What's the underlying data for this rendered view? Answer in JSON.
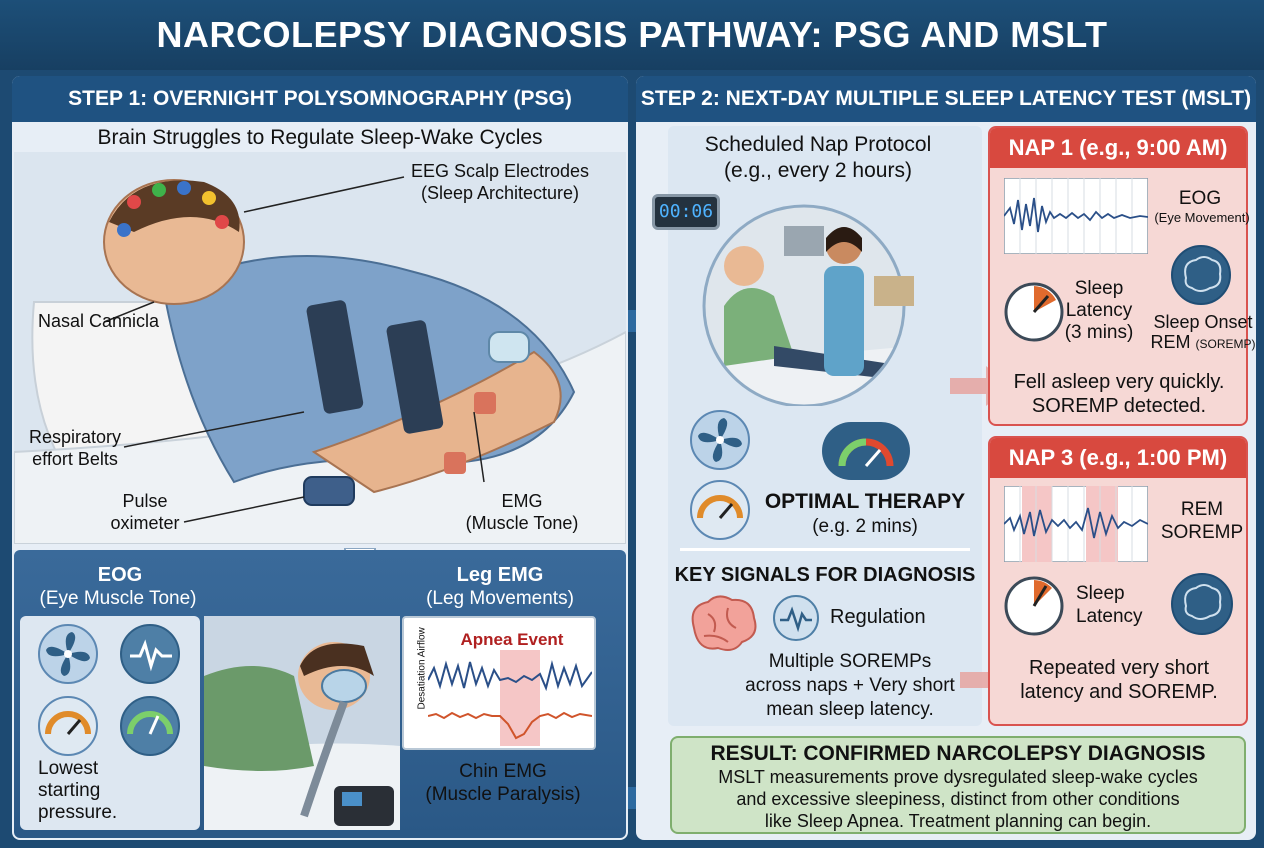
{
  "title": "NARCOLEPSY DIAGNOSIS PATHWAY: PSG AND MSLT",
  "step1": {
    "header": "STEP 1: OVERNIGHT POLYSOMNOGRAPHY (PSG)",
    "subtitle": "Brain Struggles to Regulate Sleep-Wake Cycles",
    "labels": {
      "eeg_line1": "EEG Scalp Electrodes",
      "eeg_line2": "(Sleep Architecture)",
      "nasal": "Nasal Cannicla",
      "resp_line1": "Respiratory",
      "resp_line2": "effort Belts",
      "pulse_line1": "Pulse",
      "pulse_line2": "oximeter",
      "emg_line1": "EMG",
      "emg_line2": "(Muscle Tone)"
    },
    "lower": {
      "eog_title": "EOG",
      "eog_sub": "(Eye Muscle Tone)",
      "leg_title": "Leg EMG",
      "leg_sub": "(Leg Movements)",
      "lowest_line1": "Lowest",
      "lowest_line2": "starting",
      "lowest_line3": "pressure.",
      "apnea_event": "Apnea Event",
      "airflow_axis": "Desatiation Airflow",
      "chin_line1": "Chin EMG",
      "chin_line2": "(Muscle Paralysis)"
    }
  },
  "step2": {
    "header": "STEP 2: NEXT-DAY MULTIPLE SLEEP LATENCY TEST (MSLT)",
    "protocol_line1": "Scheduled Nap Protocol",
    "protocol_line2": "(e.g., every 2 hours)",
    "clock": "00:06",
    "therapy_title": "OPTIMAL THERAPY",
    "therapy_sub": "(e.g. 2 mins)",
    "key_title": "KEY SIGNALS FOR DIAGNOSIS",
    "regulation": "Regulation",
    "key_line1": "Multiple SOREMPs",
    "key_line2": "across naps + Very short",
    "key_line3": "mean sleep latency.",
    "nap1": {
      "header": "NAP 1 (e.g., 9:00 AM)",
      "eog": "EOG",
      "eog_sub": "(Eye Movement)",
      "lat_line1": "Sleep",
      "lat_line2": "Latency",
      "lat_line3": "(3 mins)",
      "onset_line1": "Sleep Onset",
      "onset_line2": "REM",
      "onset_line3": "(SOREMP)",
      "result_line1": "Fell asleep very quickly.",
      "result_line2": "SOREMP detected."
    },
    "nap3": {
      "header": "NAP 3 (e.g., 1:00 PM)",
      "rem": "REM",
      "soremp": "SOREMP",
      "lat_line1": "Sleep",
      "lat_line2": "Latency",
      "result_line1": "Repeated very short",
      "result_line2": "latency and SOREMP."
    }
  },
  "result": {
    "title": "RESULT: CONFIRMED NARCOLEPSY DIAGNOSIS",
    "line1": "MSLT measurements prove dysregulated sleep-wake cycles",
    "line2": "and excessive sleepiness, distinct from other conditions",
    "line3": "like Sleep Apnea. Treatment planning can begin."
  },
  "colors": {
    "navy": "#1f5281",
    "nap_red": "#d8493f",
    "result_green": "#cfe4c7"
  }
}
